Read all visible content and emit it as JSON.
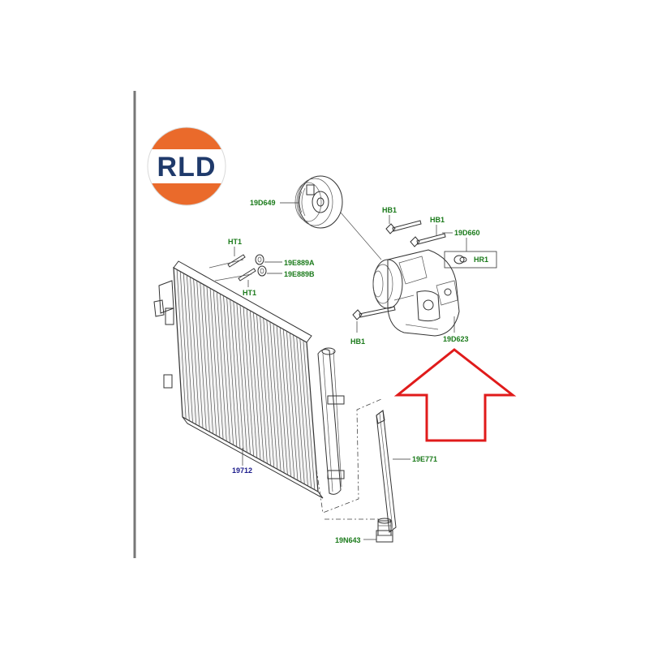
{
  "logo": {
    "text": "RLD",
    "colors": {
      "orange": "#ea6a2b",
      "navy": "#1f3a6b",
      "white": "#ffffff"
    }
  },
  "labels": {
    "pulley": "19D649",
    "ht1_top": "HT1",
    "ht1_bottom": "HT1",
    "e889a": "19E889A",
    "e889b": "19E889B",
    "hb1_top": "HB1",
    "hb1_mid": "HB1",
    "hb1_bottom": "HB1",
    "d660": "19D660",
    "hr1": "HR1",
    "compressor": "19D623",
    "condenser": "19712",
    "seal": "19E771",
    "drier": "19N643"
  },
  "colors": {
    "label_green": "#1a7a1a",
    "label_blue": "#1a1a8a",
    "arrow_red": "#e01b1b",
    "line": "#333333"
  }
}
